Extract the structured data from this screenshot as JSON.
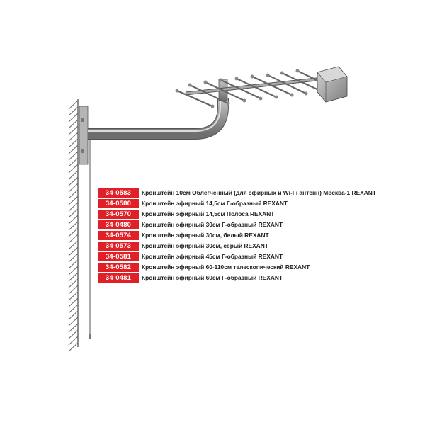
{
  "colors": {
    "code_badge": "#e11f26",
    "text": "#222222",
    "metal": "#a9a9a9",
    "hatch": "#555555"
  },
  "illustration": {
    "wall_icon": "hatched-wall-icon",
    "bracket_icon": "l-shaped-bracket-icon",
    "antenna_icon": "yagi-antenna-icon"
  },
  "products": [
    {
      "code": "34-0583",
      "name": "Кронштейн 10см Облегченный (для эфирных и Wi-Fi антенн) Москва-1 REXANT"
    },
    {
      "code": "34-0580",
      "name": "Кронштейн эфирный 14,5см Г-образный REXANT"
    },
    {
      "code": "34-0570",
      "name": "Кронштейн эфирный 14,5см Полоса  REXANT"
    },
    {
      "code": "34-0480",
      "name": "Кронштейн эфирный 30см Г-образный REXANT"
    },
    {
      "code": "34-0574",
      "name": "Кронштейн эфирный 30см, белый  REXANT"
    },
    {
      "code": "34-0573",
      "name": "Кронштейн эфирный 30см, серый  REXANT"
    },
    {
      "code": "34-0581",
      "name": "Кронштейн эфирный 45см Г-образный REXANT"
    },
    {
      "code": "34-0582",
      "name": "Кронштейн эфирный 60-110см телескопический REXANT"
    },
    {
      "code": "34-0481",
      "name": "Кронштейн эфирный 60см Г-образный REXANT"
    }
  ]
}
